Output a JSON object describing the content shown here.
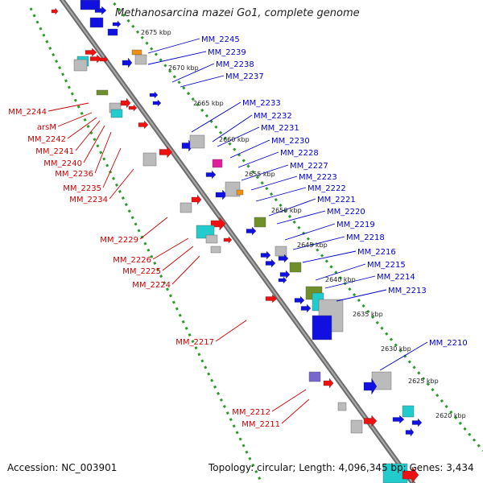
{
  "title": "Methanosarcina mazei Go1, complete genome",
  "footer": {
    "accession": "Accession: NC_003901",
    "topology": "Topology: circular; Length: 4,096,345 bp; Genes: 3,434"
  },
  "ticks": [
    "2675 kbp",
    "2670 kbp",
    "2665 kbp",
    "2660 kbp",
    "2655 kbp",
    "2650 kbp",
    "2645 kbp",
    "2640 kbp",
    "2635 kbp",
    "2630 kbp",
    "2625 kbp",
    "2620 kbp"
  ],
  "labels_right": [
    "MM_2245",
    "MM_2239",
    "MM_2238",
    "MM_2237",
    "MM_2233",
    "MM_2232",
    "MM_2231",
    "MM_2230",
    "MM_2228",
    "MM_2227",
    "MM_2223",
    "MM_2222",
    "MM_2221",
    "MM_2220",
    "MM_2219",
    "MM_2218",
    "MM_2216",
    "MM_2215",
    "MM_2214",
    "MM_2213",
    "MM_2210"
  ],
  "labels_left": [
    "MM_2244",
    "arsM",
    "MM_2242",
    "MM_2241",
    "MM_2240",
    "MM_2236",
    "MM_2235",
    "MM_2234",
    "MM_2229",
    "MM_2226",
    "MM_2225",
    "MM_2224",
    "MM_2217",
    "MM_2212",
    "MM_2211"
  ],
  "colors": {
    "forward_label": "#0000cc",
    "reverse_label": "#cc0000",
    "forward_gene": "#1010e0",
    "reverse_gene": "#ee1111",
    "backbone": "#808080",
    "dotted_track": "#2a9a2a",
    "gray_gene": "#bbbbbb",
    "cyan_gene": "#22cccc",
    "olive_gene": "#6f8f2a",
    "magenta_gene": "#e0209a",
    "orange_gene": "#f09010",
    "violet_gene": "#7766cc"
  }
}
